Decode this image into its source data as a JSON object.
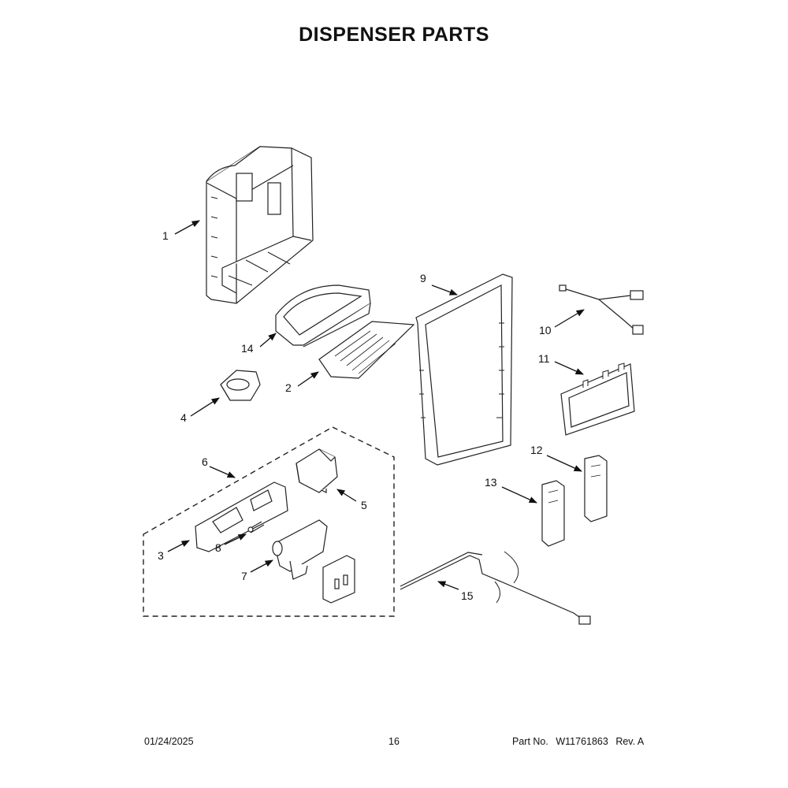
{
  "title": "DISPENSER PARTS",
  "callouts": {
    "c1": "1",
    "c2": "2",
    "c3": "3",
    "c4": "4",
    "c5": "5",
    "c6": "6",
    "c7": "7",
    "c8": "8",
    "c9": "9",
    "c10": "10",
    "c11": "11",
    "c12": "12",
    "c13": "13",
    "c14": "14",
    "c15": "15"
  },
  "footer": {
    "date": "01/24/2025",
    "page": "16",
    "part_label": "Part No.",
    "part_number": "W11761863",
    "revision": "Rev. A"
  }
}
